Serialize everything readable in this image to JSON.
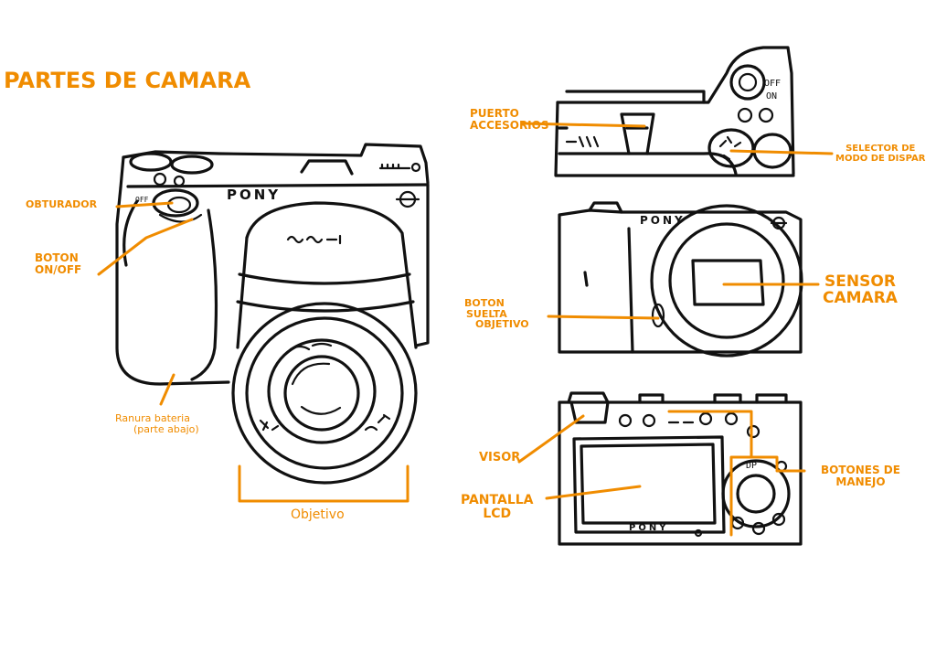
{
  "title": "PARTES DE CAMARA",
  "brand": "PONY",
  "colors": {
    "ink": "#111111",
    "accent": "#f08c00",
    "background": "#ffffff"
  },
  "labels": {
    "obturador": "OBTURADOR",
    "boton_onoff": [
      "BOTON",
      "ON/OFF"
    ],
    "ranura": [
      "Ranura bateria",
      "(parte abajo)"
    ],
    "objetivo": "Objetivo",
    "puerto": [
      "PUERTO",
      "ACCESORIOS"
    ],
    "selector": [
      "SELECTOR DE",
      "MODO DE DISPAR"
    ],
    "sensor": [
      "SENSOR",
      "CAMARA"
    ],
    "boton_suelta": [
      "BOTON",
      "SUELTA",
      "OBJETIVO"
    ],
    "visor": "VISOR",
    "pantalla": [
      "PANTALLA",
      "LCD"
    ],
    "botones_manejo": [
      "BOTONES DE",
      "MANEJO"
    ]
  },
  "dial_labels": {
    "off": "OFF",
    "on": "ON",
    "dp": "DP"
  }
}
